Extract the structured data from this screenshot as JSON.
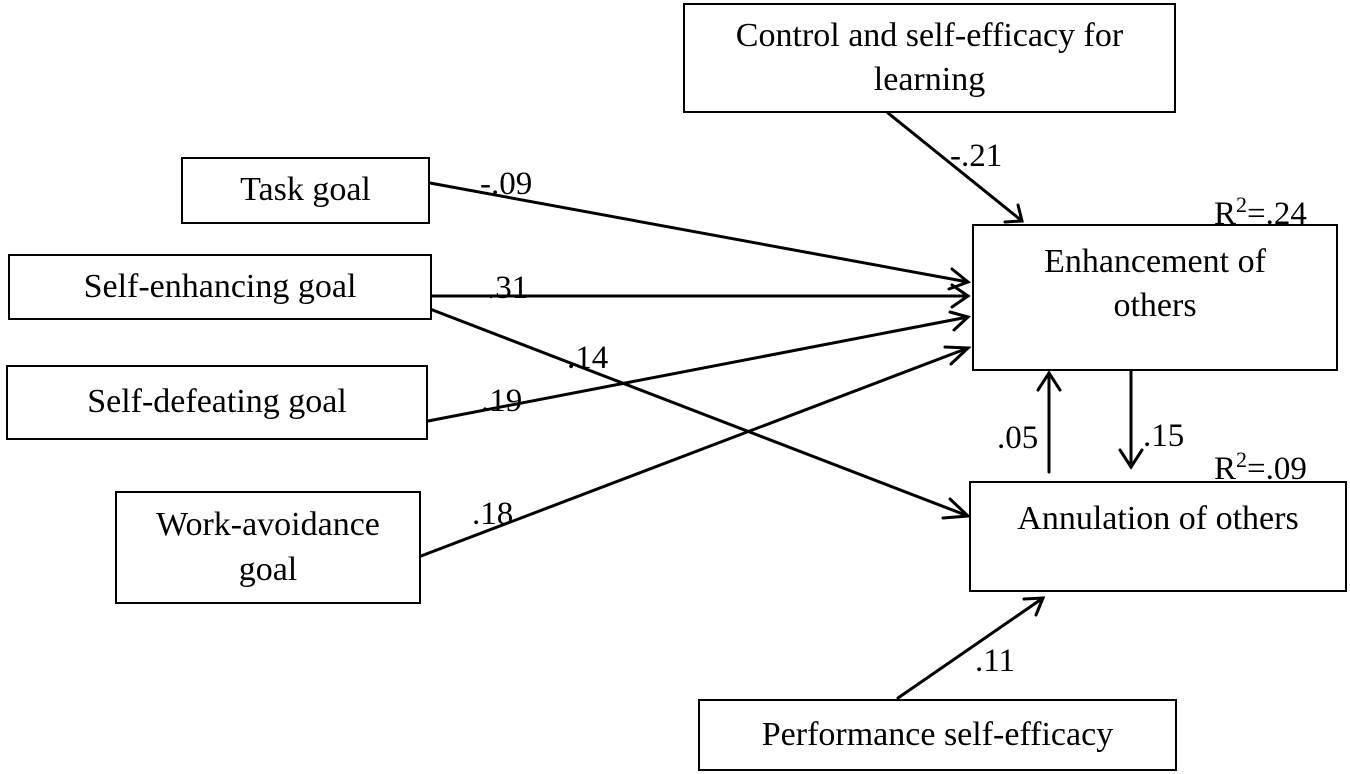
{
  "nodes": {
    "control": "Control and self-efficacy for learning",
    "task": "Task goal",
    "self_enhancing": "Self-enhancing goal",
    "self_defeating": "Self-defeating goal",
    "work_avoidance": "Work-avoidance goal",
    "enhancement": "Enhancement of others",
    "annulation": "Annulation of others",
    "performance": "Performance self-efficacy"
  },
  "paths": [
    {
      "from": "Control and self-efficacy for learning",
      "to": "Enhancement of others",
      "coefficient": "-.21"
    },
    {
      "from": "Task goal",
      "to": "Enhancement of others",
      "coefficient": "-.09"
    },
    {
      "from": "Self-enhancing goal",
      "to": "Enhancement of others",
      "coefficient": ".31"
    },
    {
      "from": "Self-enhancing goal",
      "to": "Annulation of others",
      "coefficient": ".14"
    },
    {
      "from": "Self-defeating goal",
      "to": "Enhancement of others",
      "coefficient": ".19"
    },
    {
      "from": "Work-avoidance goal",
      "to": "Enhancement of others",
      "coefficient": ".18"
    },
    {
      "from": "Annulation of others",
      "to": "Enhancement of others",
      "coefficient": ".05"
    },
    {
      "from": "Enhancement of others",
      "to": "Annulation of others",
      "coefficient": ".15"
    },
    {
      "from": "Performance self-efficacy",
      "to": "Annulation of others",
      "coefficient": ".11"
    }
  ],
  "r_squared": {
    "enhancement": {
      "prefix": "R",
      "exponent": "2",
      "value": "=.24"
    },
    "annulation": {
      "prefix": "R",
      "exponent": "2",
      "value": "=.09"
    }
  }
}
